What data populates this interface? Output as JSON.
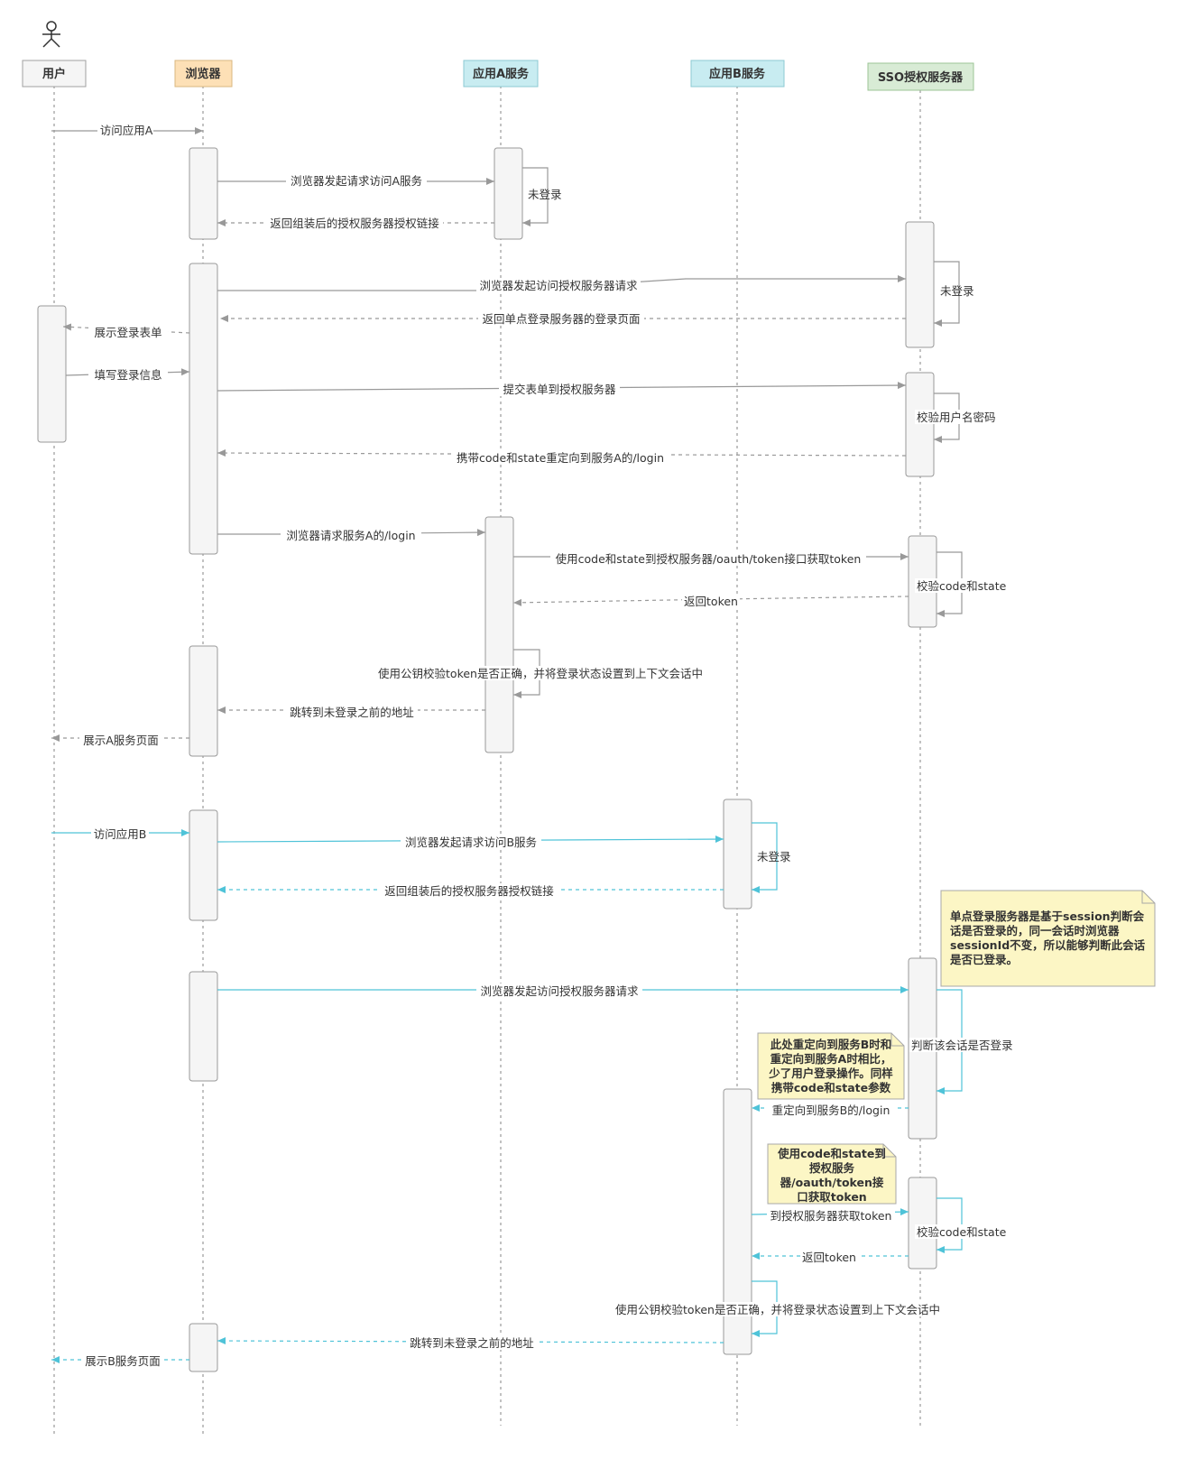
{
  "colors": {
    "flow_a": "#999999",
    "flow_b": "#4fc3d8",
    "lifeline": "#999999",
    "activation_fill": "#f5f5f5",
    "activation_stroke": "#999999",
    "note_fill": "#fcf6c5",
    "note_stroke": "#a8a8a8"
  },
  "actors": [
    {
      "id": "user",
      "label": "用户",
      "fill": "#f5f5f5",
      "stroke": "#a0a0a0",
      "has_stick_figure": true
    },
    {
      "id": "browser",
      "label": "浏览器",
      "fill": "#fde0b6",
      "stroke": "#d9b780"
    },
    {
      "id": "svcA",
      "label": "应用A服务",
      "fill": "#c8ecf1",
      "stroke": "#8ccad3"
    },
    {
      "id": "svcB",
      "label": "应用B服务",
      "fill": "#c8ecf1",
      "stroke": "#8ccad3"
    },
    {
      "id": "sso",
      "label": "SSO授权服务器",
      "fill": "#d8ebd5",
      "stroke": "#9cc596"
    }
  ],
  "messages": [
    {
      "id": "m1",
      "label": "访问应用A"
    },
    {
      "id": "m2",
      "label": "浏览器发起请求访问A服务"
    },
    {
      "id": "m3",
      "label": "未登录"
    },
    {
      "id": "m4",
      "label": "返回组装后的授权服务器授权链接"
    },
    {
      "id": "m5",
      "label": "浏览器发起访问授权服务器请求"
    },
    {
      "id": "m6",
      "label": "未登录"
    },
    {
      "id": "m7",
      "label": "返回单点登录服务器的登录页面"
    },
    {
      "id": "m8",
      "label": "展示登录表单"
    },
    {
      "id": "m9",
      "label": "填写登录信息"
    },
    {
      "id": "m10",
      "label": "提交表单到授权服务器"
    },
    {
      "id": "m11",
      "label": "校验用户名密码"
    },
    {
      "id": "m12",
      "label": "携带code和state重定向到服务A的/login"
    },
    {
      "id": "m13",
      "label": "浏览器请求服务A的/login"
    },
    {
      "id": "m14",
      "label": "使用code和state到授权服务器/oauth/token接口获取token"
    },
    {
      "id": "m15",
      "label": "校验code和state"
    },
    {
      "id": "m16",
      "label": "返回token"
    },
    {
      "id": "m17",
      "label": "使用公钥校验token是否正确，并将登录状态设置到上下文会话中"
    },
    {
      "id": "m18",
      "label": "跳转到未登录之前的地址"
    },
    {
      "id": "m19",
      "label": "展示A服务页面"
    },
    {
      "id": "m20",
      "label": "访问应用B"
    },
    {
      "id": "m21",
      "label": "浏览器发起请求访问B服务"
    },
    {
      "id": "m22",
      "label": "未登录"
    },
    {
      "id": "m23",
      "label": "返回组装后的授权服务器授权链接"
    },
    {
      "id": "m24",
      "label": "浏览器发起访问授权服务器请求"
    },
    {
      "id": "m25",
      "label": "判断该会话是否登录"
    },
    {
      "id": "m26",
      "label": "重定向到服务B的/login"
    },
    {
      "id": "m27",
      "label": "到授权服务器获取token"
    },
    {
      "id": "m28",
      "label": "校验code和state"
    },
    {
      "id": "m29",
      "label": "返回token"
    },
    {
      "id": "m30",
      "label": "使用公钥校验token是否正确，并将登录状态设置到上下文会话中"
    },
    {
      "id": "m31",
      "label": "跳转到未登录之前的地址"
    },
    {
      "id": "m32",
      "label": "展示B服务页面"
    }
  ],
  "notes": [
    {
      "id": "note-session",
      "lines": [
        "单点登录服务器是基于session判断会",
        "话是否登录的，同一会话时浏览器",
        "sessionId不变，所以能够判断此会话",
        "是否已登录。"
      ]
    },
    {
      "id": "note-redirect",
      "lines": [
        "此处重定向到服务B时和",
        "重定向到服务A时相比，",
        "少了用户登录操作。同样",
        "携带code和state参数"
      ]
    },
    {
      "id": "note-token",
      "lines": [
        "使用code和state到",
        "授权服务",
        "器/oauth/token接",
        "口获取token"
      ]
    }
  ]
}
